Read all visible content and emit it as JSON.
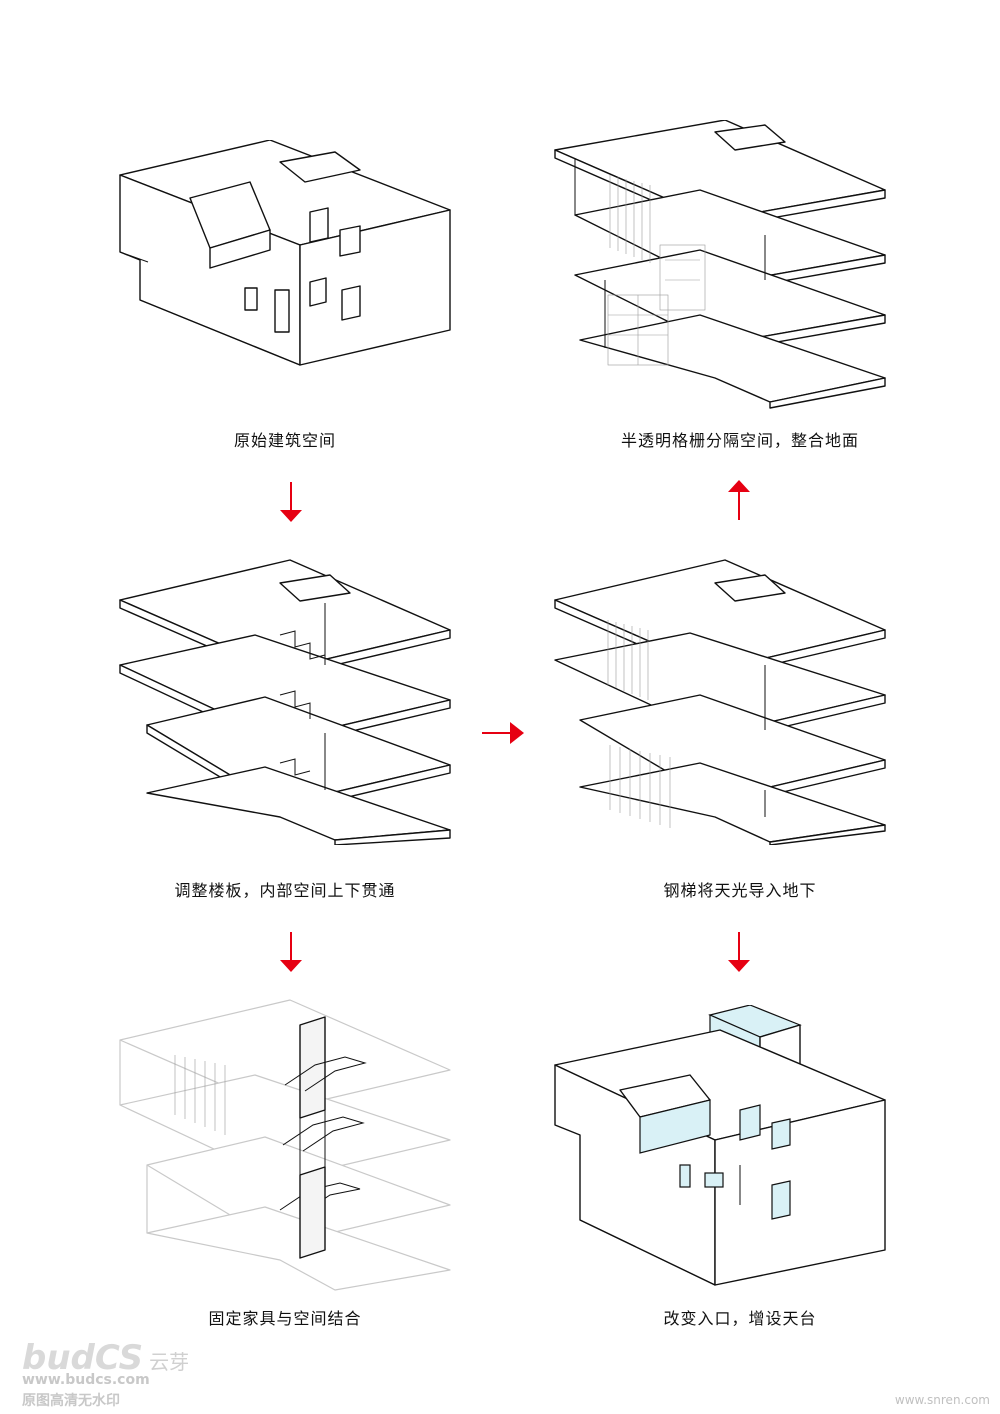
{
  "captions": {
    "step1": "原始建筑空间",
    "step2": "调整楼板，内部空间上下贯通",
    "step3": "固定家具与空间结合",
    "step4": "半透明格栅分隔空间，整合地面",
    "step5": "钢梯将天光导入地下",
    "step6": "改变入口，增设天台"
  },
  "watermark": {
    "brand": "budCS",
    "brand_cn": "云芽",
    "url": "www.budcs.com",
    "note": "原图高清无水印",
    "site": "www.snren.com"
  },
  "colors": {
    "arrow": "#e60012",
    "line": "#111111",
    "glass": "#d9f1f6"
  }
}
